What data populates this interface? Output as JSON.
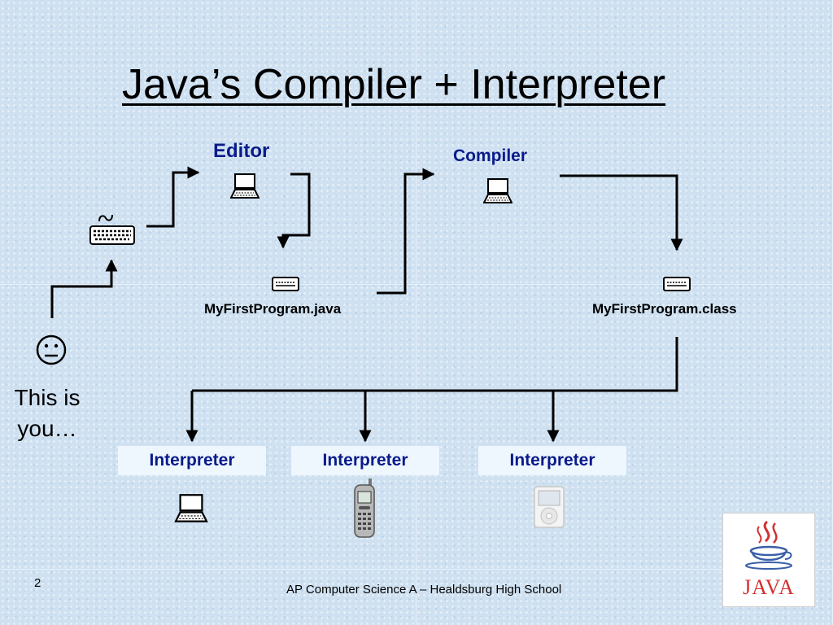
{
  "slide": {
    "title": "Java’s Compiler + Interpreter",
    "you_label": "This is you…",
    "page_number": "2",
    "footer": "AP Computer Science A – Healdsburg High School"
  },
  "stages": {
    "editor": "Editor",
    "compiler": "Compiler"
  },
  "files": {
    "source": "MyFirstProgram.java",
    "bytecode": "MyFirstProgram.class"
  },
  "interpreters": [
    "Interpreter",
    "Interpreter",
    "Interpreter"
  ],
  "logo": {
    "text": "JAVA"
  },
  "icons": {
    "user": "neutral-face-icon",
    "input": "keyboard-icon",
    "editor": "computer-icon",
    "compiler": "computer-icon",
    "source_file": "file-icon",
    "class_file": "file-icon",
    "device_1": "computer-icon",
    "device_2": "cell-phone-icon",
    "device_3": "ipod-icon",
    "logo": "java-coffee-cup-icon"
  },
  "colors": {
    "stage_label": "#0a1b8a",
    "interpreter_box": "#eef6fe",
    "background": "#cfe1f1",
    "logo_red": "#d23030"
  }
}
